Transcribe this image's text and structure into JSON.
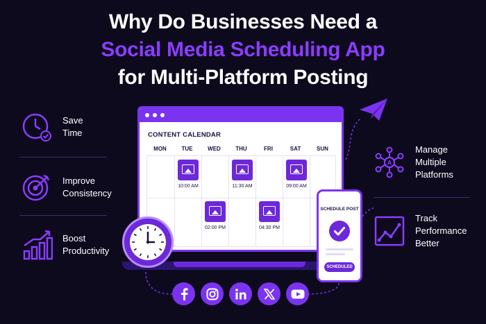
{
  "title": {
    "line1": "Why Do Businesses Need a",
    "line2": "Social Media Scheduling App",
    "line3": "for Multi-Platform Posting"
  },
  "left_features": [
    {
      "label_line1": "Save",
      "label_line2": "Time",
      "icon": "clock-check-icon"
    },
    {
      "label_line1": "Improve",
      "label_line2": "Consistency",
      "icon": "target-icon"
    },
    {
      "label_line1": "Boost",
      "label_line2": "Productivity",
      "icon": "growth-chart-icon"
    }
  ],
  "right_features": [
    {
      "label_line1": "Manage",
      "label_line2": "Multiple",
      "label_line3": "Platforms",
      "icon": "network-icon"
    },
    {
      "label_line1": "Track",
      "label_line2": "Performance",
      "label_line3": "Better",
      "icon": "trend-chart-icon"
    }
  ],
  "calendar": {
    "title": "CONTENT CALENDAR",
    "days": [
      "MON",
      "TUE",
      "WED",
      "THU",
      "FRI",
      "SAT",
      "SUN"
    ],
    "posts": [
      {
        "day": "TUE",
        "time": "10:00 AM"
      },
      {
        "day": "THU",
        "time": "11:30 AM"
      },
      {
        "day": "SAT",
        "time": "09:00 AM"
      },
      {
        "day": "WED",
        "time": "02:00 PM"
      },
      {
        "day": "FRI",
        "time": "04:30 PM"
      }
    ]
  },
  "phone": {
    "title": "SCHEDULE POST",
    "button": "SCHEDULED"
  },
  "socials": [
    "facebook-icon",
    "instagram-icon",
    "linkedin-icon",
    "x-icon",
    "youtube-icon"
  ],
  "colors": {
    "background": "#0d0a1e",
    "accent": "#7a34f0",
    "highlight_text": "#8b3dff"
  }
}
